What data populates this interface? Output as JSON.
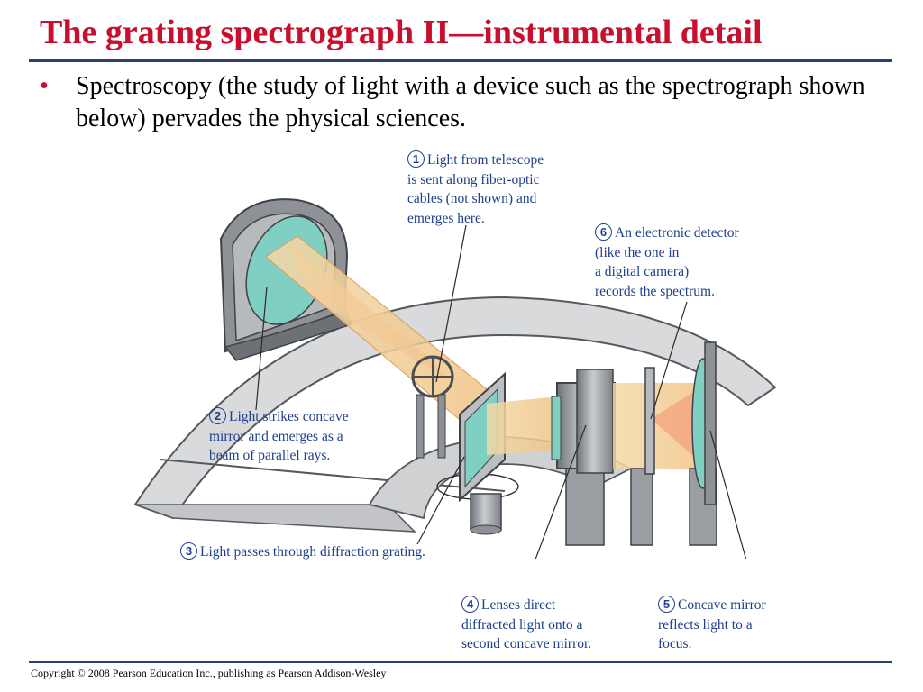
{
  "slide": {
    "title": "The grating spectrograph II—instrumental detail",
    "bullet": "Spectroscopy (the study of light with a device such as the spectrograph shown below) pervades the physical sciences.",
    "copyright": "Copyright © 2008 Pearson Education Inc., publishing as Pearson Addison-Wesley"
  },
  "diagram": {
    "callouts": [
      {
        "number": "1",
        "lines": [
          "Light from telescope",
          "is sent along fiber-optic",
          "cables (not shown) and",
          "emerges here."
        ]
      },
      {
        "number": "2",
        "lines": [
          "Light strikes concave",
          "mirror and emerges as a",
          "beam of parallel rays."
        ]
      },
      {
        "number": "3",
        "lines": [
          "Light passes through diffraction grating."
        ]
      },
      {
        "number": "4",
        "lines": [
          "Lenses direct",
          "diffracted light onto a",
          "second concave mirror."
        ]
      },
      {
        "number": "5",
        "lines": [
          "Concave mirror",
          "reflects light to a",
          "focus."
        ]
      },
      {
        "number": "6",
        "lines": [
          "An electronic detector",
          "(like the one in",
          "a digital camera)",
          "records the spectrum."
        ]
      }
    ]
  },
  "colors": {
    "title": "#c8102e",
    "callout_text": "#1f3f8c",
    "rule": "#2d3d7a",
    "light_beam": "#f2c48a",
    "mirror_surface": "#7fcfc2",
    "metal": "#9a9da1"
  }
}
